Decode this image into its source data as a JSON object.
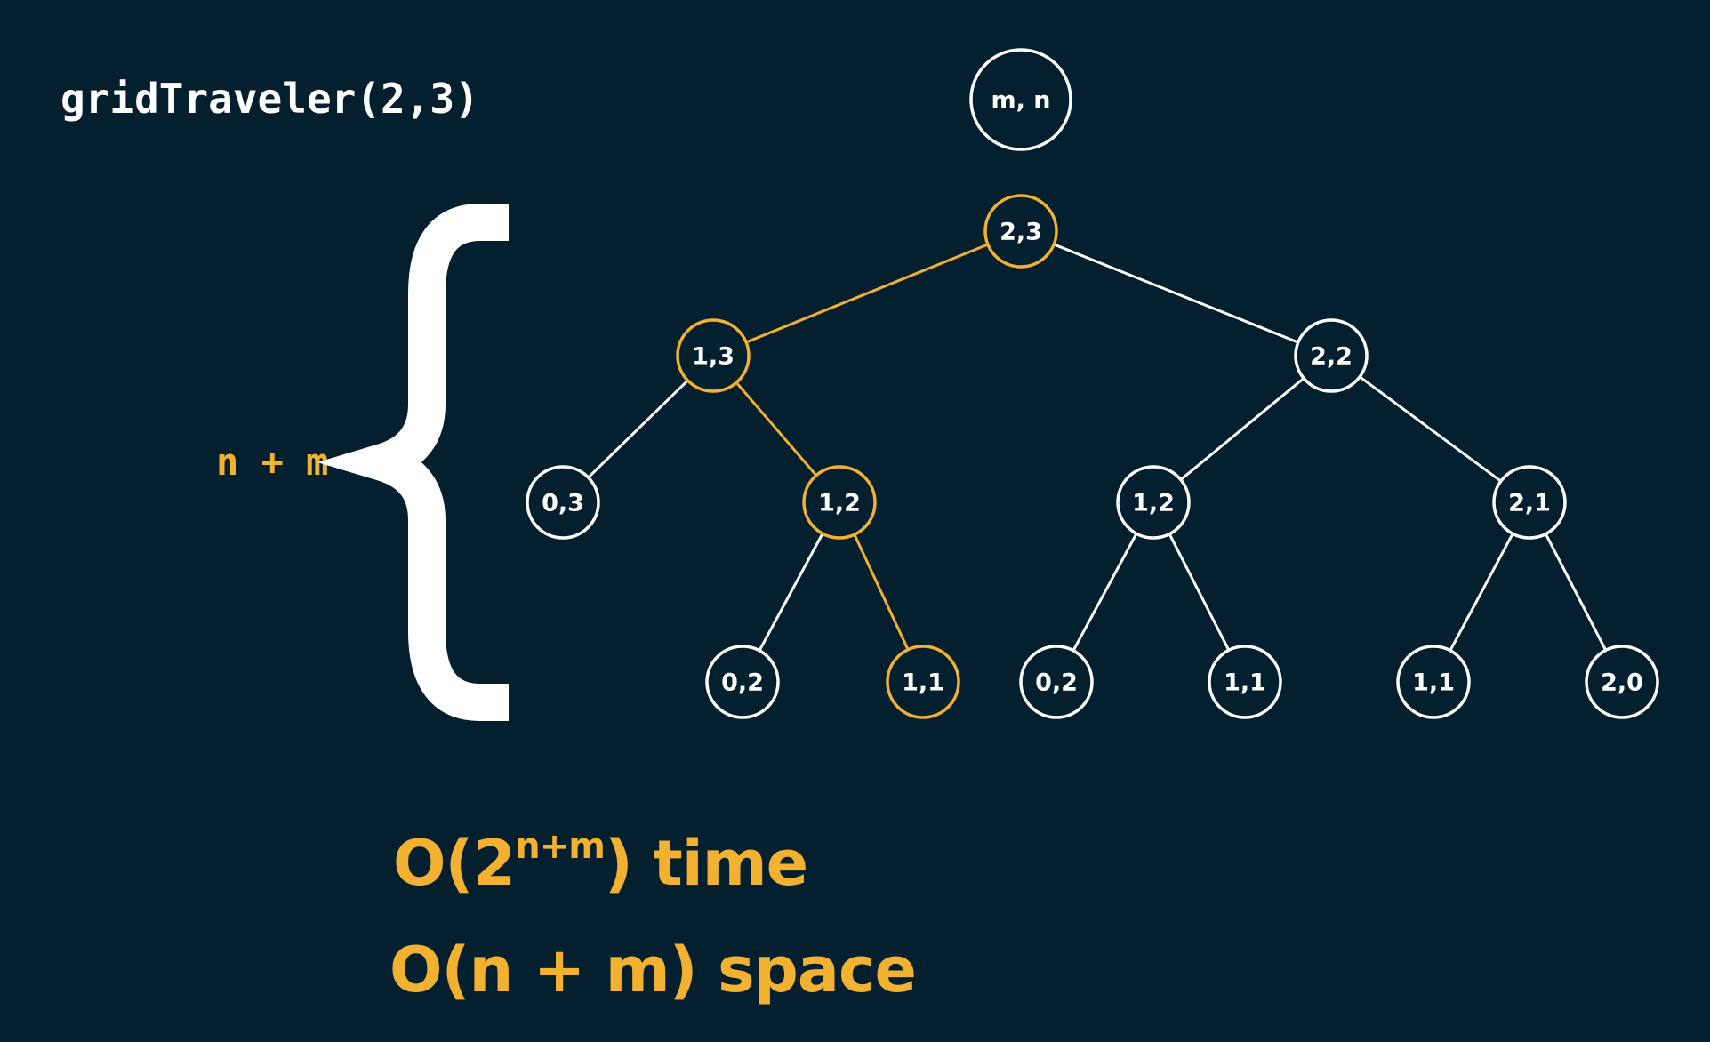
{
  "title": "gridTraveler(2,3)",
  "depth_label": "n + m",
  "complexity": {
    "time_prefix": "O(2",
    "time_exponent": "n+m",
    "time_suffix": ") time",
    "space": "O(n + m) space"
  },
  "colors": {
    "background": "#04202f",
    "default": "#ffffff",
    "highlight": "#f3b132"
  },
  "tree": {
    "legend_node": "m, n",
    "nodes": [
      {
        "id": "n23",
        "label": "2,3",
        "highlighted": true
      },
      {
        "id": "n13",
        "label": "1,3",
        "highlighted": true
      },
      {
        "id": "n22",
        "label": "2,2",
        "highlighted": false
      },
      {
        "id": "n03",
        "label": "0,3",
        "highlighted": false
      },
      {
        "id": "n12a",
        "label": "1,2",
        "highlighted": true
      },
      {
        "id": "n12b",
        "label": "1,2",
        "highlighted": false
      },
      {
        "id": "n21",
        "label": "2,1",
        "highlighted": false
      },
      {
        "id": "n02a",
        "label": "0,2",
        "highlighted": false
      },
      {
        "id": "n11a",
        "label": "1,1",
        "highlighted": true
      },
      {
        "id": "n02b",
        "label": "0,2",
        "highlighted": false
      },
      {
        "id": "n11b",
        "label": "1,1",
        "highlighted": false
      },
      {
        "id": "n11c",
        "label": "1,1",
        "highlighted": false
      },
      {
        "id": "n20",
        "label": "2,0",
        "highlighted": false
      }
    ],
    "edges": [
      {
        "from": "n23",
        "to": "n13",
        "highlighted": true
      },
      {
        "from": "n23",
        "to": "n22",
        "highlighted": false
      },
      {
        "from": "n13",
        "to": "n03",
        "highlighted": false
      },
      {
        "from": "n13",
        "to": "n12a",
        "highlighted": true
      },
      {
        "from": "n22",
        "to": "n12b",
        "highlighted": false
      },
      {
        "from": "n22",
        "to": "n21",
        "highlighted": false
      },
      {
        "from": "n12a",
        "to": "n02a",
        "highlighted": false
      },
      {
        "from": "n12a",
        "to": "n11a",
        "highlighted": true
      },
      {
        "from": "n12b",
        "to": "n02b",
        "highlighted": false
      },
      {
        "from": "n12b",
        "to": "n11b",
        "highlighted": false
      },
      {
        "from": "n21",
        "to": "n11c",
        "highlighted": false
      },
      {
        "from": "n21",
        "to": "n20",
        "highlighted": false
      }
    ]
  }
}
